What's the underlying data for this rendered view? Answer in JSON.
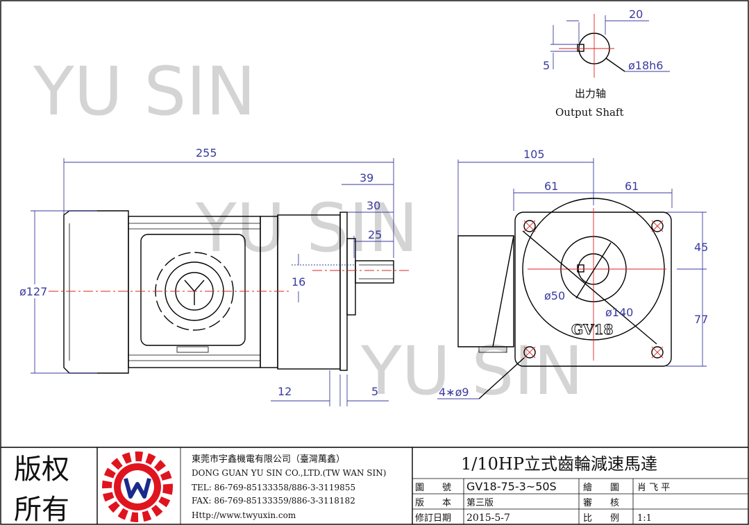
{
  "watermark": {
    "text1": "YU SIN",
    "text2": "YU SIN",
    "text3": "YU SIN"
  },
  "shaft": {
    "dim_width": "20",
    "dim_key": "5",
    "dim_dia": "ø18h6",
    "label_cn": "出力轴",
    "label_en": "Output Shaft"
  },
  "side_view": {
    "dim_length": "255",
    "dim_39": "39",
    "dim_30": "30",
    "dim_25": "25",
    "dim_16": "16",
    "dim_dia": "ø127",
    "dim_12": "12",
    "dim_5": "5"
  },
  "front_view": {
    "dim_105": "105",
    "dim_61a": "61",
    "dim_61b": "61",
    "dim_45": "45",
    "dim_77": "77",
    "dim_50": "ø50",
    "dim_140": "ø140",
    "holes": "4∗ø9",
    "model_mark": "GV18"
  },
  "title_block": {
    "rights_line1": "版权",
    "rights_line2": "所有",
    "company_cn": "東莞市宇鑫機電有限公司（臺灣萬鑫）",
    "company_en": "DONG GUAN YU SIN CO.,LTD.(TW WAN SIN)",
    "tel": "TEL: 86-769-85133358/886-3-3119855",
    "fax": "FAX: 86-769-85133359/886-3-3118182",
    "http": "Http://www.twyuxin.com",
    "title": "1/10HP立式齒輪減速馬達",
    "r1_label": "圖　　號",
    "r1_value": "GV18-75-3~50S",
    "r1_label2": "繪　　圖",
    "r1_value2": "肖 飞 平",
    "r2_label": "版　　本",
    "r2_value": "第三版",
    "r2_label2": "審　　核",
    "r2_value2": "",
    "r3_label": "修訂日期",
    "r3_value": "2015-5-7",
    "r3_label2": "比　　例",
    "r3_value2": "1:1"
  },
  "colors": {
    "dimension": "#3a3aa0",
    "centerline": "#dd2222",
    "logo_red": "#e0141e",
    "logo_blue": "#1a2a8c"
  }
}
